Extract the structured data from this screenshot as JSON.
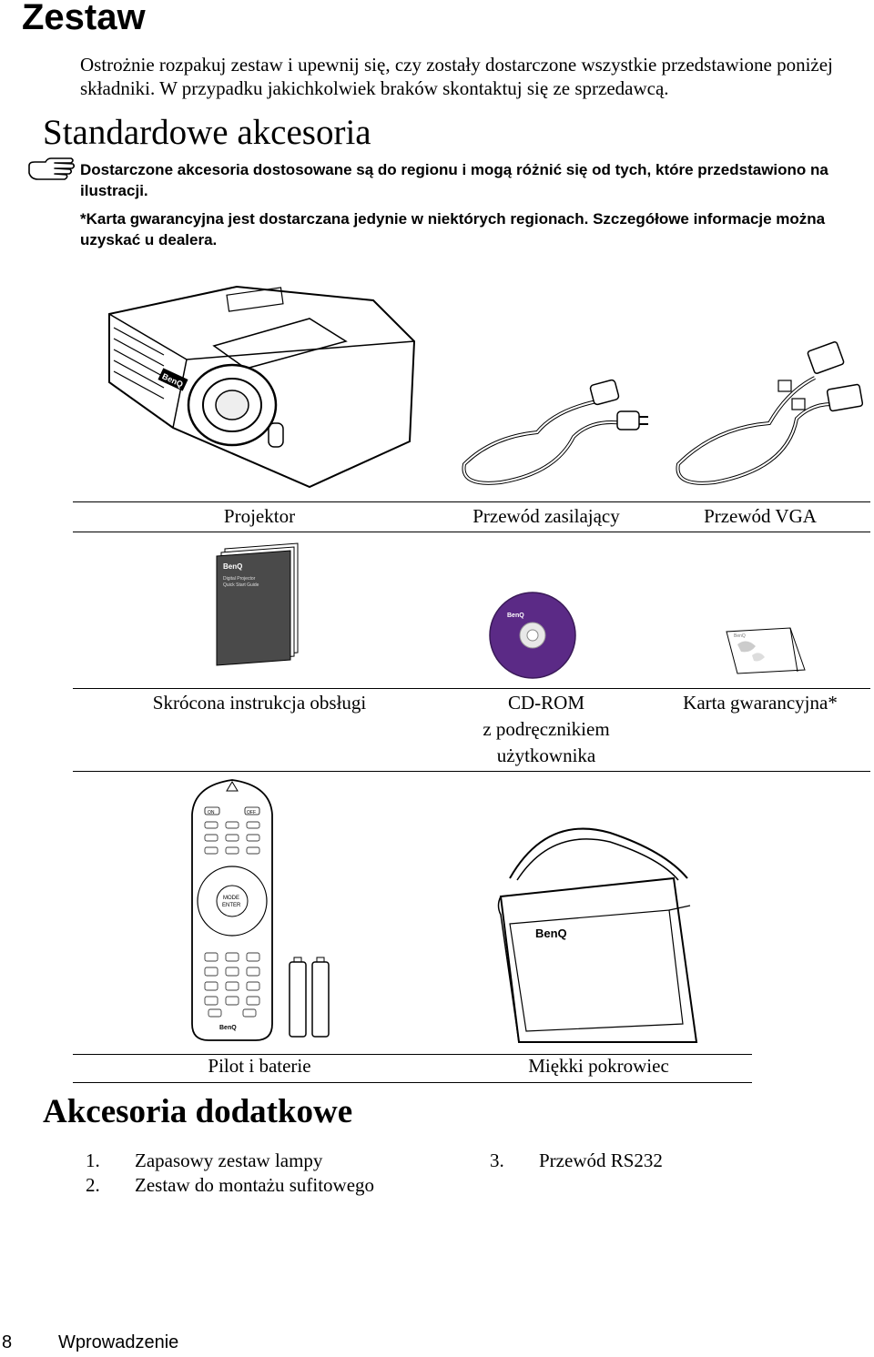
{
  "page_title": "Zestaw",
  "intro": "Ostrożnie rozpakuj zestaw i upewnij się, czy zostały dostarczone wszystkie przedstawione poniżej składniki. W przypadku jakichkolwiek braków skontaktuj się ze sprzedawcą.",
  "standard": {
    "heading": "Standardowe akcesoria",
    "note_1": "Dostarczone akcesoria dostosowane są do regionu i mogą różnić się od tych, które przedstawiono na ilustracji.",
    "note_2": "*Karta gwarancyjna jest dostarczana jedynie w niektórych regionach. Szczegółowe informacje można uzyskać u dealera.",
    "items": {
      "projector": "Projektor",
      "power_cord": "Przewód zasilający",
      "vga_cable": "Przewód VGA",
      "quick_start": "Skrócona instrukcja obsługi",
      "cd_rom_line1": "CD-ROM",
      "cd_rom_line2": "z podręcznikiem",
      "cd_rom_line3": "użytkownika",
      "warranty": "Karta gwarancyjna*",
      "remote": "Pilot i baterie",
      "case": "Miękki pokrowiec"
    }
  },
  "optional": {
    "heading": "Akcesoria dodatkowe",
    "items": [
      {
        "num": "1.",
        "label": "Zapasowy zestaw lampy"
      },
      {
        "num": "2.",
        "label": "Zestaw do montażu sufitowego"
      },
      {
        "num": "3.",
        "label": "Przewód RS232"
      }
    ]
  },
  "illustration_text": {
    "brand": "BenQ",
    "booklet_line1": "Digital Projector",
    "booklet_line2": "Quick Start Guide",
    "remote_on": "ON",
    "remote_off": "OFF",
    "remote_mode": "MODE",
    "remote_enter": "ENTER"
  },
  "footer": {
    "page_number": "8",
    "section": "Wprowadzenie"
  },
  "colors": {
    "cd_purple": "#5b2a86",
    "booklet_grey": "#4a4a4a"
  }
}
